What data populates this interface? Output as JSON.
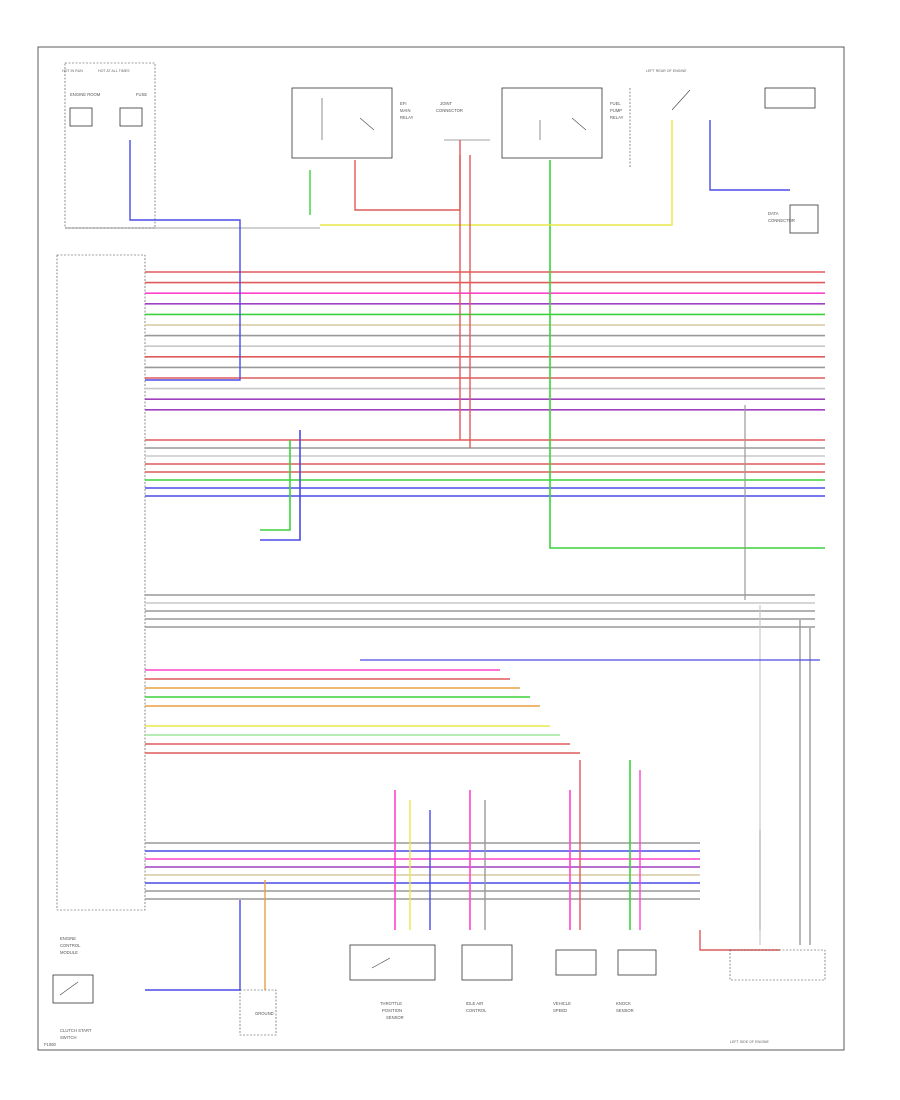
{
  "diagram": {
    "footer_code": "F1060",
    "wire_colors": {
      "red": "#e05a5a",
      "pink": "#ff44cc",
      "blue": "#4a4ae8",
      "green": "#3cd23c",
      "lightgreen": "#9be89b",
      "yellow": "#e8e84a",
      "gray": "#999999",
      "lightgray": "#c8c8c8",
      "orange": "#e8a040",
      "tan": "#d8c8a0",
      "purple": "#a040c0",
      "black": "#333333"
    },
    "ecm_pins_top": [
      {
        "color": "red"
      },
      {
        "color": "red"
      },
      {
        "color": "pink"
      },
      {
        "color": "purple"
      },
      {
        "color": "green"
      },
      {
        "color": "tan"
      },
      {
        "color": "gray"
      },
      {
        "color": "lightgray"
      },
      {
        "color": "red"
      },
      {
        "color": "gray"
      },
      {
        "color": "red"
      },
      {
        "color": "lightgray"
      },
      {
        "color": "purple"
      },
      {
        "color": "purple"
      }
    ],
    "ecm_pins_mid": [
      {
        "color": "red"
      },
      {
        "color": "gray"
      },
      {
        "color": "lightgray"
      },
      {
        "color": "red"
      },
      {
        "color": "red"
      },
      {
        "color": "green"
      },
      {
        "color": "blue"
      },
      {
        "color": "blue"
      }
    ],
    "ecm_pins_low": [
      {
        "color": "gray"
      },
      {
        "color": "lightgray"
      },
      {
        "color": "gray"
      },
      {
        "color": "gray"
      },
      {
        "color": "gray"
      }
    ],
    "ecm_pins_sensor": [
      {
        "color": "pink"
      },
      {
        "color": "red"
      },
      {
        "color": "orange"
      },
      {
        "color": "green"
      },
      {
        "color": "orange"
      },
      {
        "color": "yellow"
      },
      {
        "color": "lightgreen"
      },
      {
        "color": "red"
      },
      {
        "color": "red"
      }
    ],
    "ecm_pins_bottom": [
      {
        "color": "gray"
      },
      {
        "color": "blue"
      },
      {
        "color": "pink"
      },
      {
        "color": "purple"
      },
      {
        "color": "tan"
      },
      {
        "color": "blue"
      },
      {
        "color": "gray"
      },
      {
        "color": "gray"
      }
    ]
  }
}
